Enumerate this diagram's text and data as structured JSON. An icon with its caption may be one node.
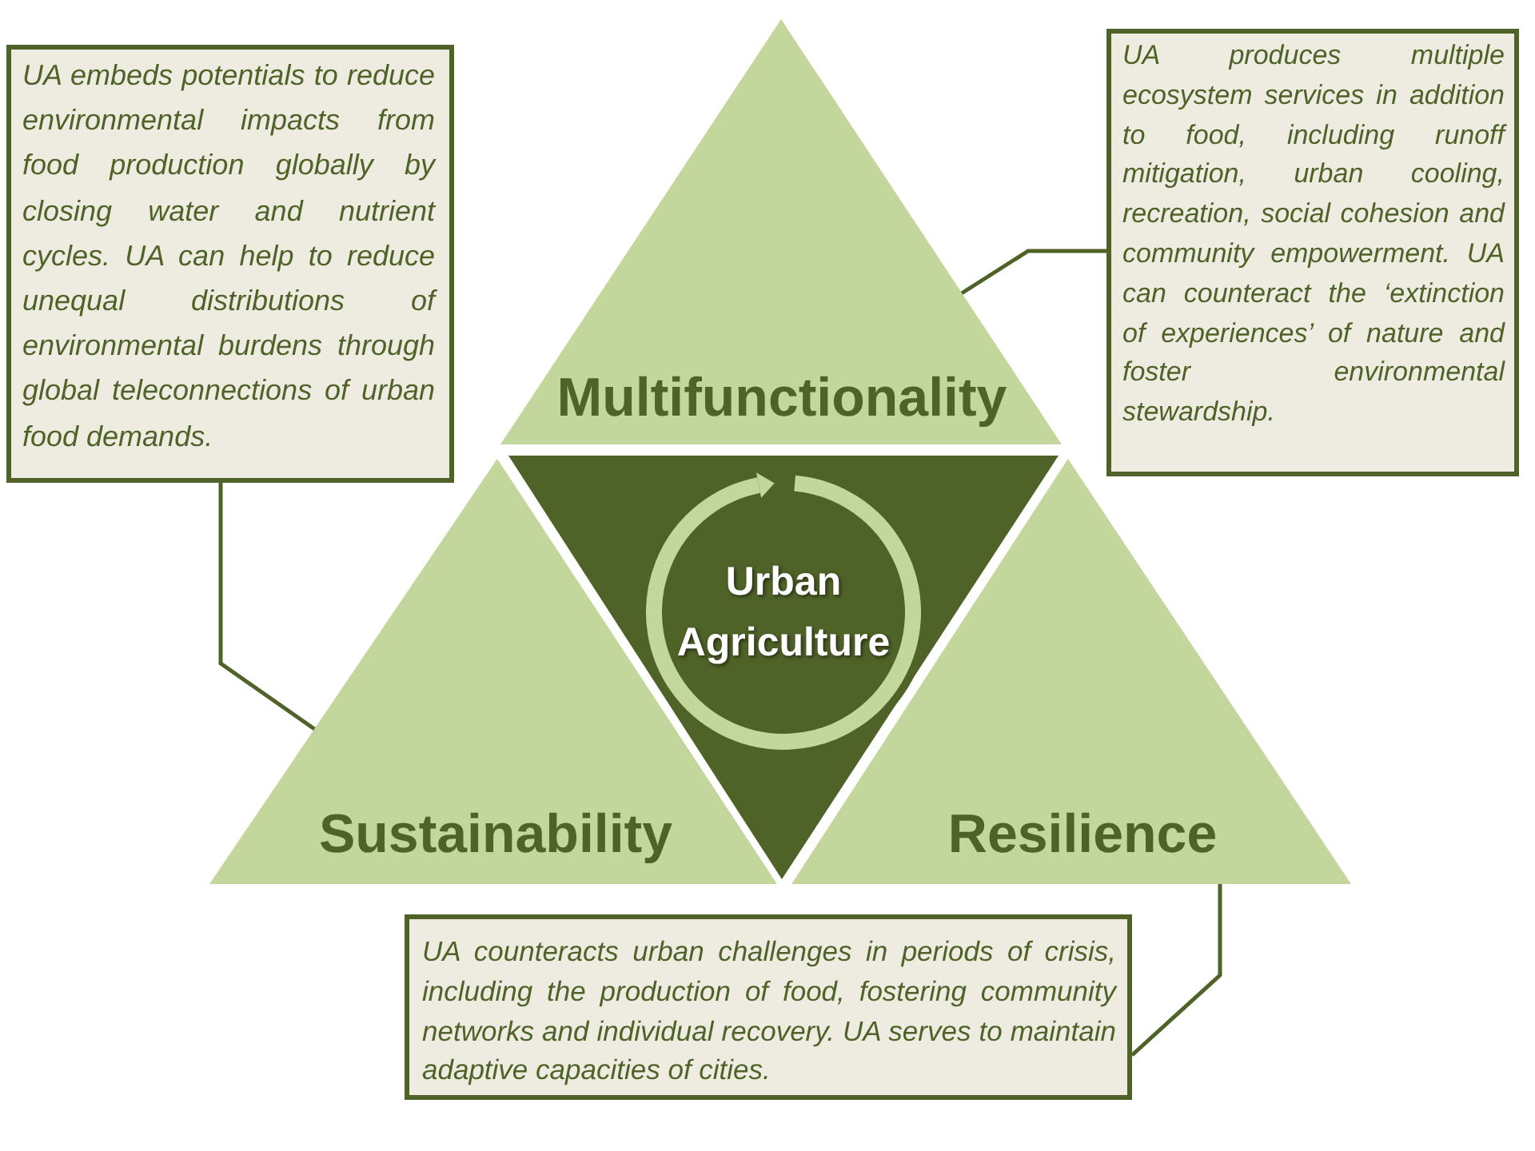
{
  "diagram": {
    "nodes": [
      {
        "text": [
          "Multifunctionality"
        ]
      },
      {
        "text": [
          "Sustainability"
        ]
      },
      {
        "text": [
          "Resilience"
        ]
      },
      {
        "text": [],
        "shape": "triangle"
      },
      {
        "text": [
          "Urban Agriculture"
        ],
        "in": 3
      },
      {
        "text": [
          "UA embeds potentials to reduce environmental impacts from food production globally by closing water and nutrient cycles. UA can help to reduce unequal distributions of environmental burdens through global teleconnections of urban food demands."
        ]
      },
      {
        "text": [
          "UA produces multiple ecosystem services in addition to food, including runoff mitigation, urban cooling, recreation, social cohesion and community empowerment. UA can counteract the ‘extinction of experiences’ of nature and foster environmental stewardship."
        ]
      },
      {
        "text": [
          "UA counteracts urban challenges in periods of crisis, including the production of food, fostering community networks and individual recovery. UA serves to maintain adaptive capacities of cities."
        ]
      }
    ],
    "edges": [
      {
        "from": 5,
        "to": 1,
        "arrow": "none"
      },
      {
        "from": 6,
        "to": 0,
        "arrow": "none"
      },
      {
        "from": 7,
        "to": 2,
        "arrow": "none"
      }
    ]
  }
}
